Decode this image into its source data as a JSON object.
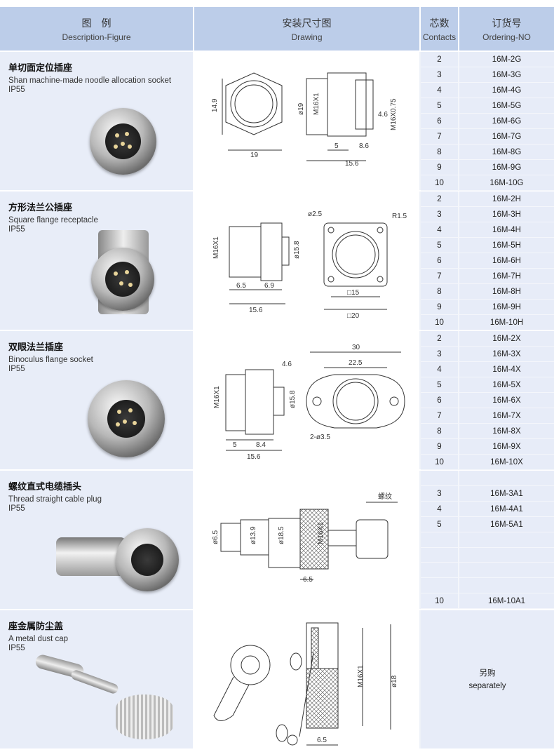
{
  "header": {
    "figure_zh": "图　例",
    "figure_en": "Description-Figure",
    "drawing_zh": "安装尺寸图",
    "drawing_en": "Drawing",
    "contacts_zh": "芯数",
    "contacts_en": "Contacts",
    "order_zh": "订货号",
    "order_en": "Ordering-NO"
  },
  "sections": [
    {
      "title_zh": "单切面定位插座",
      "title_en": "Shan machine-made noodle allocation socket",
      "rating": "IP55",
      "dims": [
        "14.9",
        "19",
        "ø19",
        "M16X1",
        "M16X0.75",
        "4.6",
        "5",
        "8.6",
        "15.6"
      ],
      "rows": [
        [
          "2",
          "16M-2G"
        ],
        [
          "3",
          "16M-3G"
        ],
        [
          "4",
          "16M-4G"
        ],
        [
          "5",
          "16M-5G"
        ],
        [
          "6",
          "16M-6G"
        ],
        [
          "7",
          "16M-7G"
        ],
        [
          "8",
          "16M-8G"
        ],
        [
          "9",
          "16M-9G"
        ],
        [
          "10",
          "16M-10G"
        ]
      ]
    },
    {
      "title_zh": "方形法兰公插座",
      "title_en": "Square flange receptacle",
      "rating": "IP55",
      "dims": [
        "M16X1",
        "ø15.8",
        "6.5",
        "6.9",
        "15.6",
        "ø2.5",
        "R1.5",
        "□15",
        "□20"
      ],
      "rows": [
        [
          "2",
          "16M-2H"
        ],
        [
          "3",
          "16M-3H"
        ],
        [
          "4",
          "16M-4H"
        ],
        [
          "5",
          "16M-5H"
        ],
        [
          "6",
          "16M-6H"
        ],
        [
          "7",
          "16M-7H"
        ],
        [
          "8",
          "16M-8H"
        ],
        [
          "9",
          "16M-9H"
        ],
        [
          "10",
          "16M-10H"
        ]
      ]
    },
    {
      "title_zh": "双眼法兰插座",
      "title_en": "Binoculus flange socket",
      "rating": "IP55",
      "dims": [
        "4.6",
        "M16X1",
        "ø15.8",
        "5",
        "8.4",
        "15.6",
        "30",
        "22.5",
        "2-ø3.5"
      ],
      "rows": [
        [
          "2",
          "16M-2X"
        ],
        [
          "3",
          "16M-3X"
        ],
        [
          "4",
          "16M-4X"
        ],
        [
          "5",
          "16M-5X"
        ],
        [
          "6",
          "16M-6X"
        ],
        [
          "7",
          "16M-7X"
        ],
        [
          "8",
          "16M-8X"
        ],
        [
          "9",
          "16M-9X"
        ],
        [
          "10",
          "16M-10X"
        ]
      ]
    },
    {
      "title_zh": "螺纹直式电缆插头",
      "title_en": "Thread straight cable plug",
      "rating": "IP55",
      "dims": [
        "ø6.5",
        "ø13.9",
        "ø18.5",
        "M16X1",
        "6.5",
        "螺纹"
      ],
      "rows": [
        [
          "",
          ""
        ],
        [
          "3",
          "16M-3A1"
        ],
        [
          "4",
          "16M-4A1"
        ],
        [
          "5",
          "16M-5A1"
        ],
        [
          "",
          ""
        ],
        [
          "",
          ""
        ],
        [
          "",
          ""
        ],
        [
          "",
          ""
        ],
        [
          "10",
          "16M-10A1"
        ]
      ]
    },
    {
      "title_zh": "座金属防尘盖",
      "title_en": "A metal dust cap",
      "rating": "IP55",
      "dims": [
        "M16X1",
        "ø18",
        "6.5"
      ],
      "note_zh": "另购",
      "note_en": "separately"
    }
  ]
}
